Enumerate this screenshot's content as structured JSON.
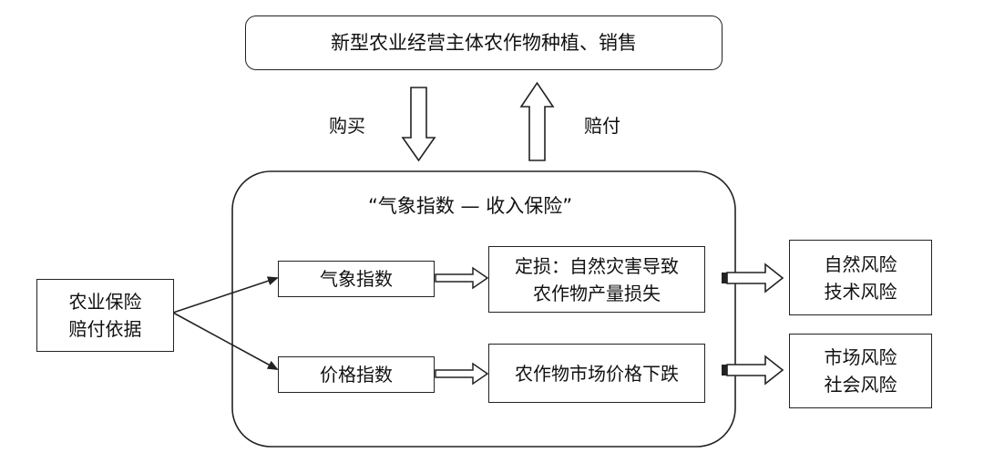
{
  "top_box": {
    "text": "新型农业经营主体农作物种植、销售"
  },
  "arrows": {
    "buy_label": "购买",
    "pay_label": "赔付"
  },
  "insurance_group": {
    "title": "“气象指数 — 收入保险”"
  },
  "left_box": {
    "line1": "农业保险",
    "line2": "赔付依据"
  },
  "weather_index": {
    "label": "气象指数"
  },
  "price_index": {
    "label": "价格指数"
  },
  "loss_box": {
    "line1": "定损：自然灾害导致",
    "line2": "农作物产量损失"
  },
  "price_drop_box": {
    "label": "农作物市场价格下跌"
  },
  "risk_natural": {
    "line1": "自然风险",
    "line2": "技术风险"
  },
  "risk_market": {
    "line1": "市场风险",
    "line2": "社会风险"
  }
}
